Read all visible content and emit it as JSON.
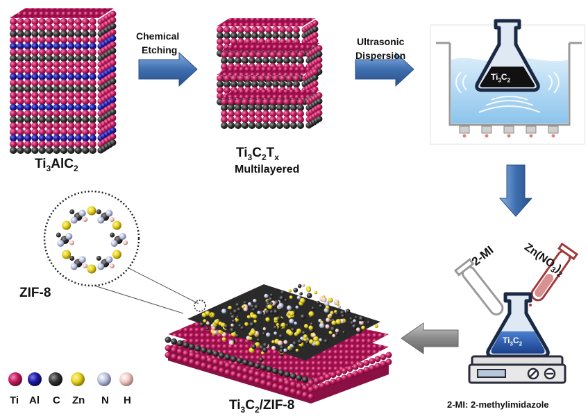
{
  "labels": {
    "step1": "Chemical",
    "step1b": "Etching",
    "step2": "Ultrasonic",
    "step2b": "Dispersion",
    "precursor": "Ti",
    "precursor_sub1": "3",
    "precursor_mid": "AlC",
    "precursor_sub2": "2",
    "multilayer_formula_a": "Ti",
    "multilayer_formula_sub1": "3",
    "multilayer_formula_b": "C",
    "multilayer_formula_sub2": "2",
    "multilayer_formula_c": "T",
    "multilayer_formula_sub3": "x",
    "multilayer_caption": "Multilayered",
    "flask_label_a": "Ti",
    "flask_label_sub1": "3",
    "flask_label_b": "C",
    "flask_label_sub2": "2",
    "tube_left": "2-MI",
    "tube_right_a": "Zn(NO",
    "tube_right_sub1": "3",
    "tube_right_b": ")",
    "tube_right_sub2": "2",
    "zif": "ZIF-8",
    "product_a": "Ti",
    "product_sub1": "3",
    "product_b": "C",
    "product_sub2": "2",
    "product_c": "/ZIF-8",
    "footnote": "2-MI: 2-methylimidazole"
  },
  "legend": [
    {
      "symbol": "Ti",
      "color": "#c2185b"
    },
    {
      "symbol": "Al",
      "color": "#1a1aa0"
    },
    {
      "symbol": "C",
      "color": "#333333"
    },
    {
      "symbol": "Zn",
      "color": "#e6d020"
    },
    {
      "symbol": "N",
      "color": "#b8c0dc"
    },
    {
      "symbol": "H",
      "color": "#f2c8c4"
    }
  ],
  "colors": {
    "ti": "#c2185b",
    "al": "#1a1aa0",
    "c": "#333333",
    "zn": "#e6d020",
    "arrow_blue": "#4a78b8",
    "arrow_grey": "#8a8a8a",
    "water": "#a8d4f0"
  }
}
